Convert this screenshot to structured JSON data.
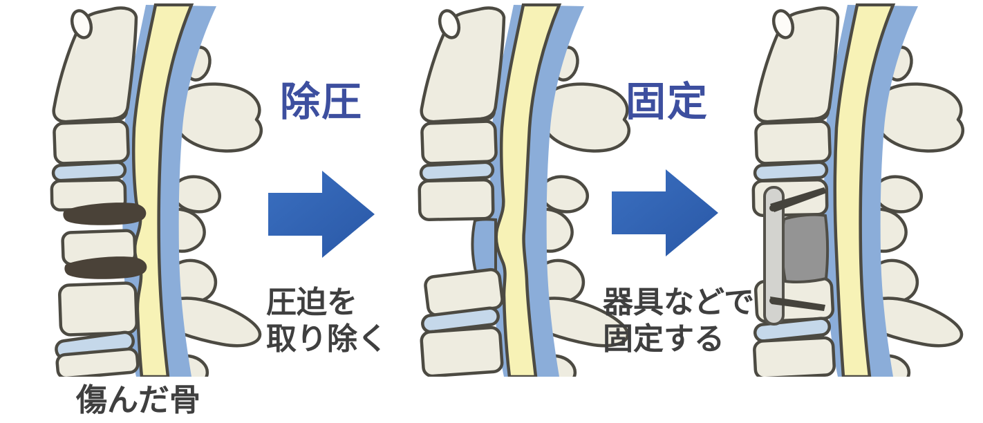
{
  "figure": {
    "type": "medical-diagram",
    "subject": "spinal decompression and fixation surgery steps",
    "steps": [
      {
        "title": "除圧",
        "caption": [
          "圧迫を",
          "取り除く"
        ]
      },
      {
        "title": "固定",
        "caption": [
          "器具などで",
          "固定する"
        ]
      }
    ],
    "panel_labels": {
      "damaged_bone": "傷んだ骨"
    },
    "panels": [
      {
        "name": "damaged-spine"
      },
      {
        "name": "decompressed-spine"
      },
      {
        "name": "fixed-spine"
      }
    ],
    "colors": {
      "background": "#ffffff",
      "bone": "#eeece0",
      "bone_outline": "#4c4a42",
      "disc": "#c5d8ea",
      "canal": "#8badd9",
      "cord": "#f7f2b6",
      "damaged_disc": "#4a4238",
      "implant_cage": "#949494",
      "implant_plate": "#d3d3cf",
      "screw": "#45433c",
      "arrow_blue_light": "#3a6fc0",
      "arrow_blue_dark": "#2a58a6",
      "title_text": "#3d4f9f",
      "caption_text": "#3f3f3f"
    }
  }
}
